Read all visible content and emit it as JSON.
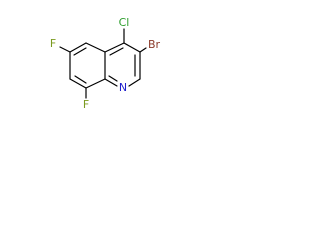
{
  "atoms": {
    "cl": "Cl",
    "br": "Br",
    "f6": "F",
    "f8": "F",
    "n": "N"
  },
  "colors": {
    "bond": "#000000",
    "carbon": "#000000",
    "nitrogen": "#1f1fcc",
    "fluorine": "#7a9a1f",
    "chlorine": "#2e9e2e",
    "bromine": "#8b3a2a",
    "background": "#ffffff"
  }
}
